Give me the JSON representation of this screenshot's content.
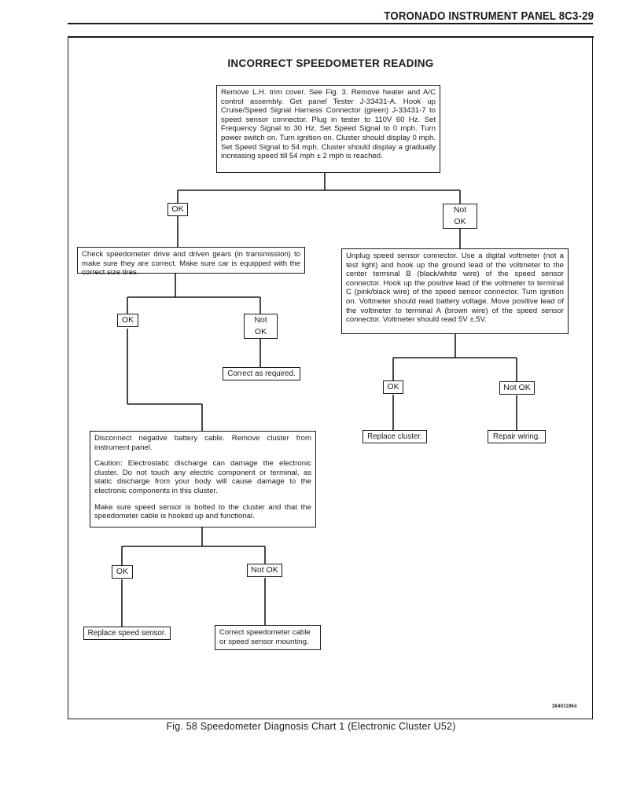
{
  "header": {
    "running_title": "TORONADO INSTRUMENT PANEL 8C3-29"
  },
  "chart": {
    "title": "INCORRECT SPEEDOMETER READING",
    "step_initial": "Remove L.H. trim cover. See Fig. 3. Remove heater and A/C control assembly. Get panel Tester J-33431-A. Hook up Cruise/Speed Signal Harness Connector (green) J-33431-7 to speed sensor connector. Plug in tester to 110V 60 Hz. Set Frequency Signal to 30 Hz. Set Speed Signal to 0 mph. Turn power switch on. Turn ignition on. Cluster should display 0 mph. Set Speed Signal to 54 mph. Cluster should display a gradually increasing speed till 54 mph ± 2 mph is reached.",
    "step_check_gears": "Check speedometer drive and driven gears (in transmission) to make sure they are correct. Make sure car is equipped with the correct size tires.",
    "step_unplug_sensor": "Unplug speed sensor connector. Use a digital voltmeter (not a test light) and hook up the ground lead of the voltmeter to the center terminal B (black/white wire) of the speed sensor connector. Hook up the positive lead of the voltmeter to terminal C (pink/black wire) of the speed sensor connector. Turn ignition on. Voltmeter should read battery voltage. Move positive lead of the voltmeter to terminal A (brown wire) of the speed sensor connector. Voltmeter should read 5V ±.5V.",
    "step_correct_as_required": "Correct as required.",
    "step_disconnect_1": "Disconnect negative battery cable. Remove cluster from instrument panel.",
    "step_disconnect_2": "Caution: Electrostatic discharge can damage the electronic cluster. Do not touch any electric component or terminal, as static discharge from your body will cause damage to the electronic components in this cluster.",
    "step_disconnect_3": "Make sure speed sensor is bolted to the cluster and that the speedometer cable is hooked up and functional.",
    "step_replace_cluster": "Replace cluster.",
    "step_repair_wiring": "Repair wiring.",
    "step_replace_sensor": "Replace speed sensor.",
    "step_correct_cable": "Correct speedometer cable or speed sensor mounting.",
    "label_ok": "OK",
    "label_not_ok": "Not OK"
  },
  "figure": {
    "ref_number": "384011964",
    "caption": "Fig. 58 Speedometer Diagnosis Chart 1 (Electronic Cluster U52)"
  }
}
